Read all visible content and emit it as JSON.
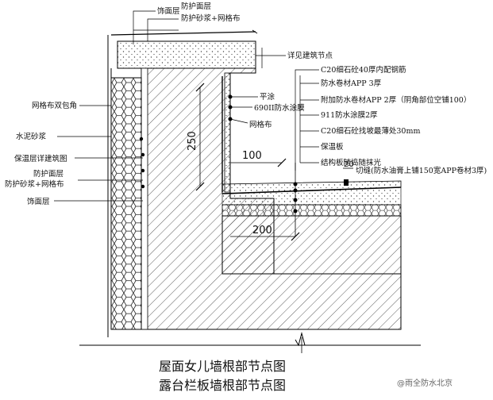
{
  "labels_top": {
    "finish_layer": "饰面层",
    "protect_face": "防护面层",
    "protect_mortar_mesh": "防护砂浆+网格布"
  },
  "labels_left": {
    "mesh_wrap": "网格布双包角",
    "cement_mortar": "水泥砂浆",
    "insulation_detail": "保温层详建筑图",
    "protect_face": "防护面层",
    "protect_mortar_mesh": "防护砂浆+网格布",
    "finish_layer": "饰面层"
  },
  "labels_mid": {
    "flat_coat": "平涂",
    "membrane_690": "690II防水涂膜",
    "mesh": "网格布"
  },
  "labels_right": {
    "see_arch": "详见建筑节点",
    "c20_top": "C20细石砼40厚内配钢筋",
    "app3": "防水卷材APP 3厚",
    "app2": "附加防水卷材APP 2厚（阴角部位空铺100）",
    "coat911": "911防水涂膜2厚",
    "c20_slope": "C20细石砼找坡最薄处30mm",
    "insul_board": "保温板",
    "struct_slab": "结构板随捣随抹光",
    "cut_joint": "切缝(防水油膏上铺150宽APP卷材3厚)"
  },
  "dimensions": {
    "d250": "250",
    "d100": "100",
    "d200": "200",
    "d20": "20"
  },
  "titles": {
    "line1": "屋面女儿墙根部节点图",
    "line2": "露台栏板墙根部节点图"
  },
  "watermark": "@雨全防水北京"
}
